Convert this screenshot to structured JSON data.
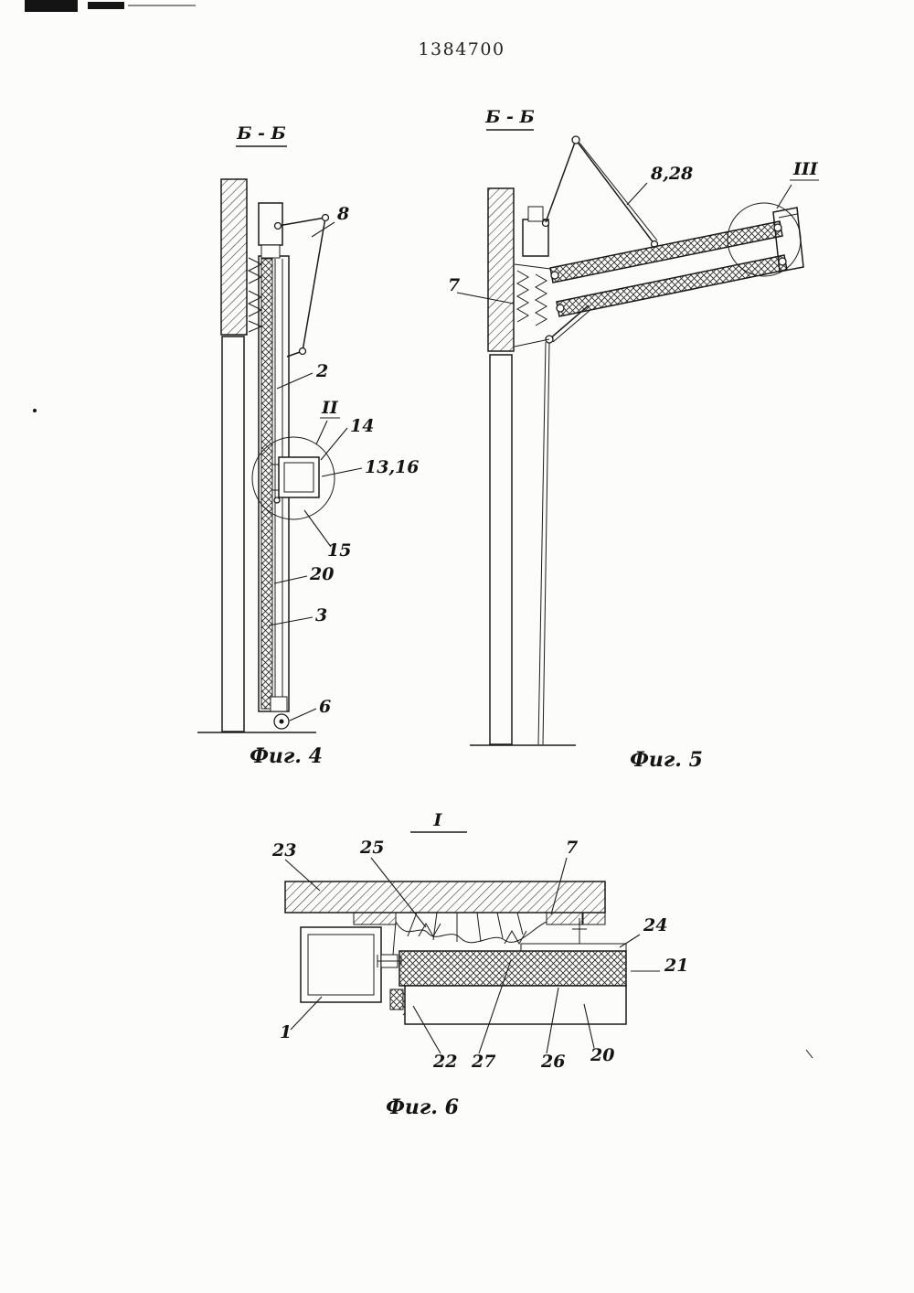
{
  "page": {
    "patent_number": "1384700"
  },
  "fig4": {
    "section_label": "Б - Б",
    "caption": "Фиг. 4",
    "labels": {
      "l8": "8",
      "l2": "2",
      "lII": "II",
      "l14": "14",
      "l13_16": "13,16",
      "l15": "15",
      "l20": "20",
      "l3": "3",
      "l6": "6"
    }
  },
  "fig5": {
    "section_label": "Б - Б",
    "caption": "Фиг. 5",
    "labels": {
      "l8_28": "8,28",
      "lIII": "III",
      "l7": "7"
    }
  },
  "fig6": {
    "section_label": "I",
    "caption": "Фиг. 6",
    "labels": {
      "l23": "23",
      "l25": "25",
      "l7": "7",
      "l24": "24",
      "l21": "21",
      "l1": "1",
      "l22": "22",
      "l27": "27",
      "l26": "26",
      "l20": "20"
    }
  }
}
